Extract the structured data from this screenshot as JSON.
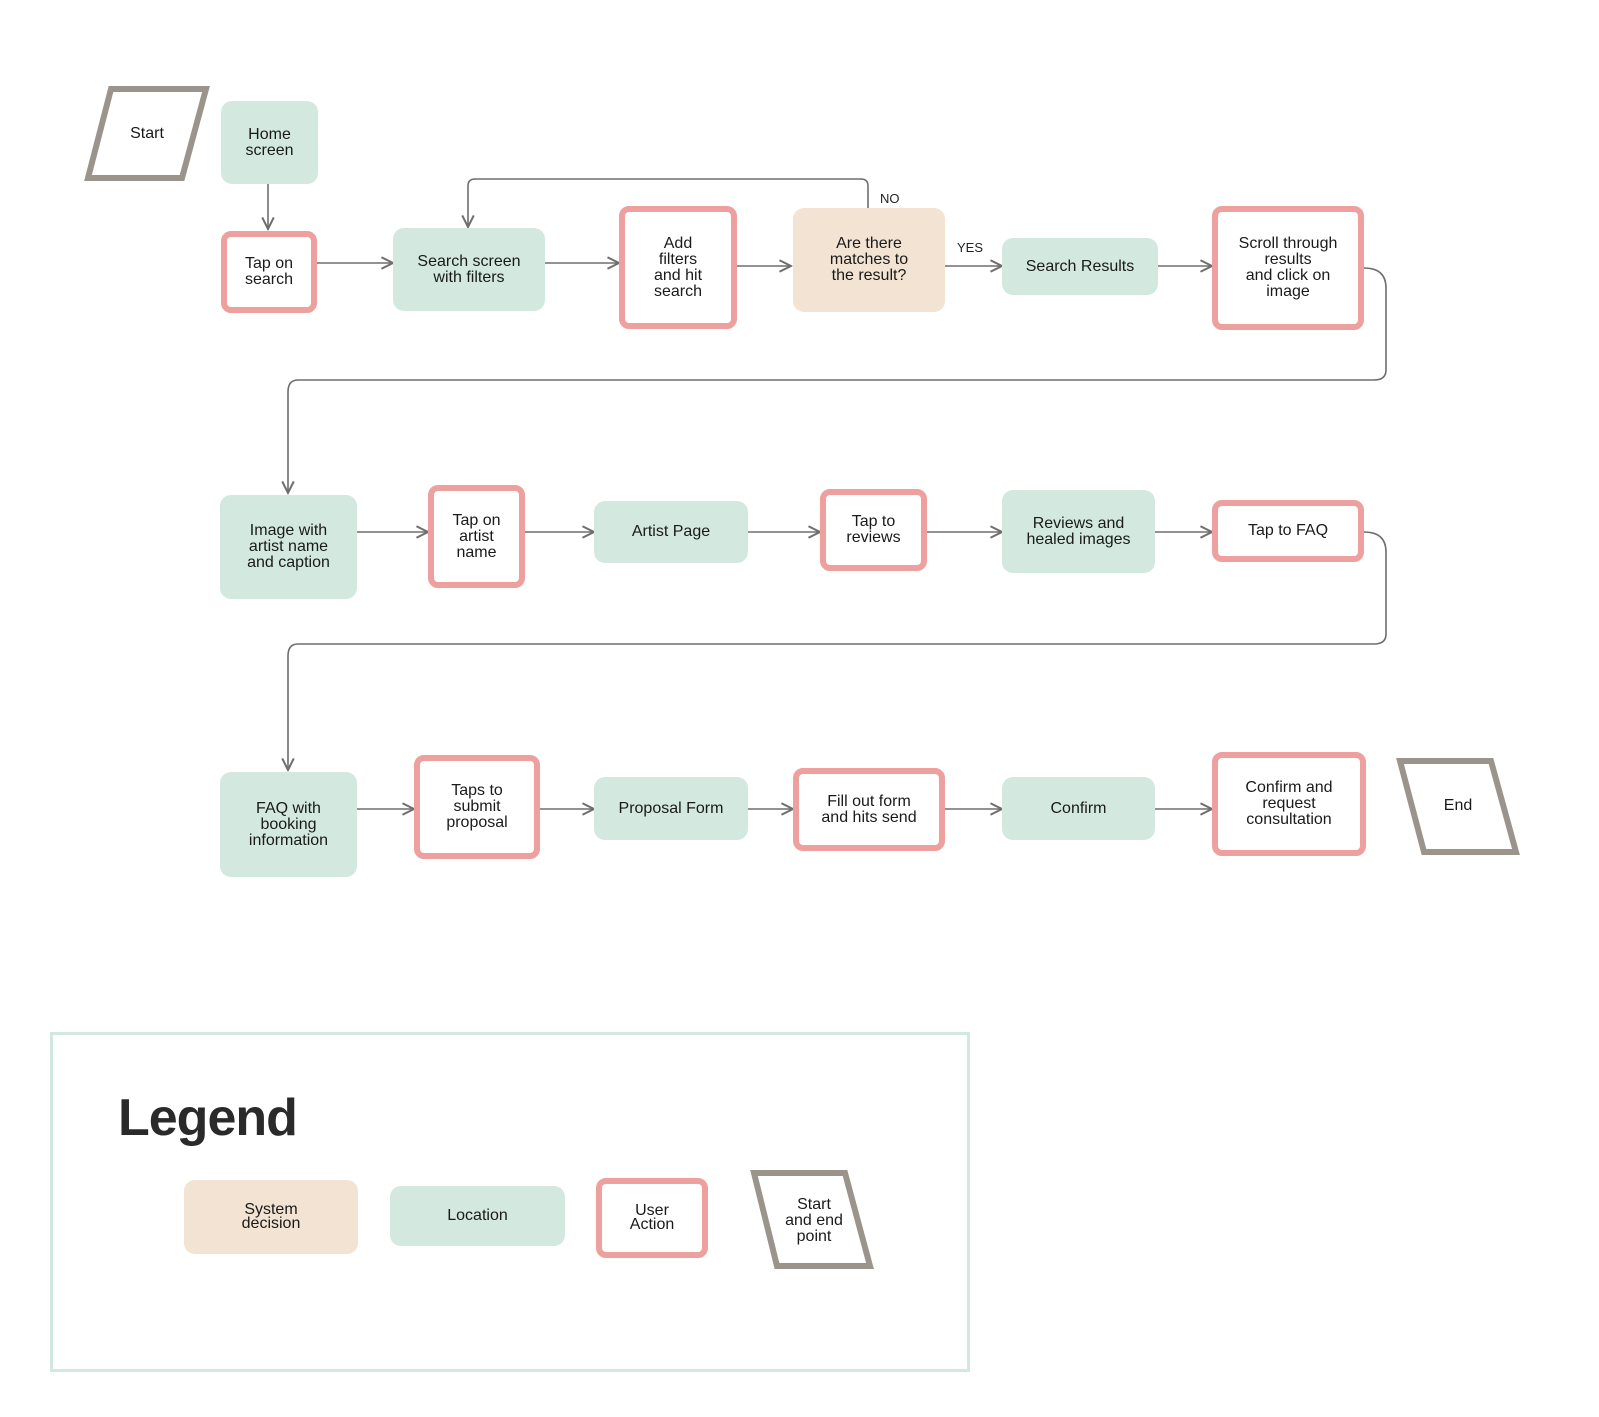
{
  "nodes": {
    "start": "Start",
    "home": "Home\nscreen",
    "tap_search": "Tap on\nsearch",
    "search_screen": "Search screen\nwith filters",
    "add_filters": "Add\nfilters\nand hit\nsearch",
    "matches": "Are there\nmatches to\nthe result?",
    "search_results": "Search Results",
    "scroll": "Scroll through\nresults\nand click on\nimage",
    "image_artist": "Image with\nartist name\nand caption",
    "tap_artist": "Tap on\nartist\nname",
    "artist_page": "Artist Page",
    "tap_reviews": "Tap to\nreviews",
    "reviews": "Reviews and\nhealed images",
    "tap_faq": "Tap to FAQ",
    "faq": "FAQ with\nbooking\ninformation",
    "taps_submit": "Taps to\nsubmit\nproposal",
    "proposal": "Proposal Form",
    "fill_form": "Fill out form\nand hits send",
    "confirm": "Confirm",
    "confirm_request": "Confirm and\nrequest\nconsultation",
    "end": "End"
  },
  "edge_labels": {
    "no": "NO",
    "yes": "YES"
  },
  "legend": {
    "title": "Legend",
    "system_decision": "System\ndecision",
    "location": "Location",
    "user_action": "User\nAction",
    "start_end": "Start\nand end\npoint"
  },
  "colors": {
    "location": "#d3e8de",
    "user_action_border": "#eea09e",
    "system_decision": "#f2e3d3",
    "terminal_border": "#9b948c",
    "connector": "#6e6e6e"
  }
}
